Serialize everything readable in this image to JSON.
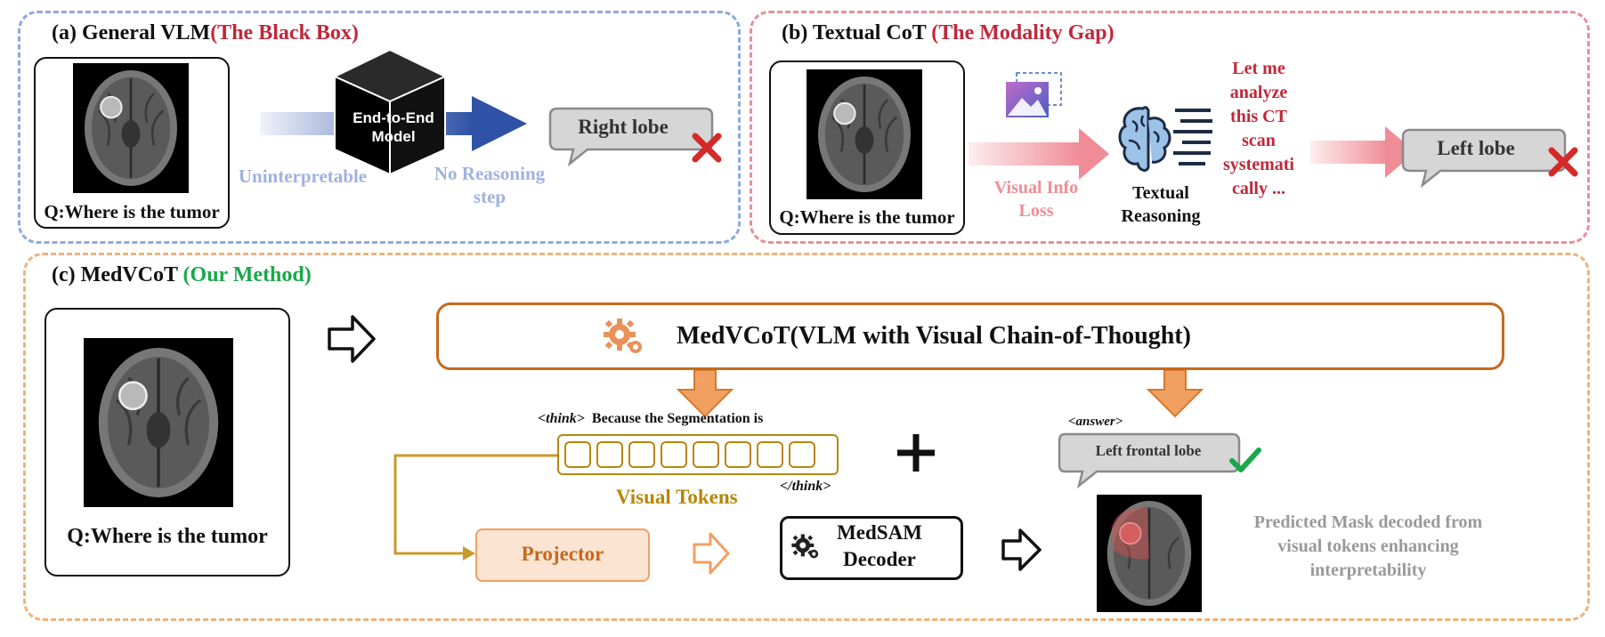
{
  "colors": {
    "panel_a_border": "#8fa9dc",
    "panel_b_border": "#e8909a",
    "panel_c_border": "#f0b27a",
    "red_accent": "#c0283a",
    "green_accent": "#1aa84a",
    "light_blue_text": "#9fb2e0",
    "blue_arrow": "#2f52a6",
    "pink_text": "#f08c95",
    "orange": "#c46a1e",
    "gold": "#b8860b",
    "gray_text": "#999999"
  },
  "panel_a": {
    "title_prefix": "(a) General VLM",
    "title_accent": "(The Black Box)",
    "question": "Q:Where is the tumor",
    "cube_label": "End-to-End Model",
    "label_left": "Uninterpretable",
    "label_right": "No Reasoning step",
    "answer": "Right lobe"
  },
  "panel_b": {
    "title_prefix": "(b) Textual CoT",
    "title_accent": "(The Modality Gap)",
    "question": "Q:Where is the tumor",
    "loss_label": "Visual Info Loss",
    "reasoning_label": "Textual Reasoning",
    "cot_text": "Let me analyze this CT scan systemati cally ...",
    "answer": "Left lobe"
  },
  "panel_c": {
    "title_prefix": "(c) MedVCoT",
    "title_accent": "(Our Method)",
    "question": "Q:Where is the tumor",
    "model_label": "MedVCoT(VLM with Visual Chain-of-Thought)",
    "think_open": "<think>",
    "think_text": "Because the Segmentation is",
    "think_close": "</think>",
    "tokens_label": "Visual Tokens",
    "answer_tag": "<answer>",
    "answer": "Left frontal lobe",
    "projector_label": "Projector",
    "decoder_label": "MedSAM Decoder",
    "mask_caption": "Predicted Mask decoded from visual tokens enhancing interpretability"
  }
}
